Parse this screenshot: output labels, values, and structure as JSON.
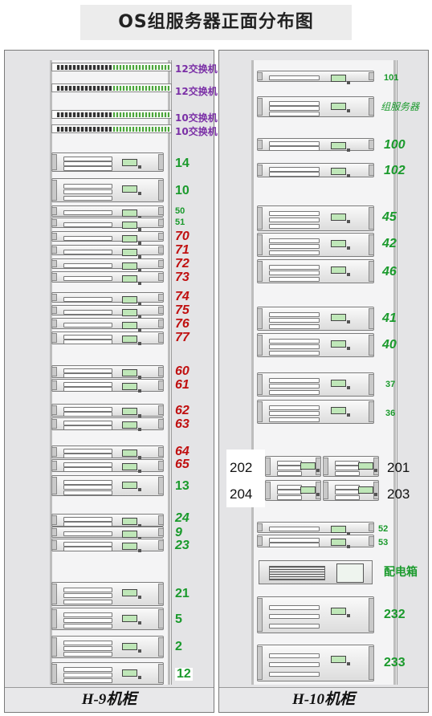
{
  "title": "OS组服务器正面分布图",
  "cabinets": [
    {
      "label": "H-9机柜"
    },
    {
      "label": "H-10机柜"
    }
  ],
  "h9_labels": {
    "sw1": "12交换机",
    "sw2": "12交换机",
    "sw3": "10交换机",
    "sw4": "10交换机",
    "s14": "14",
    "s10": "10",
    "s50": "50",
    "s51": "51",
    "s70": "70",
    "s71": "71",
    "s72": "72",
    "s73": "73",
    "s74": "74",
    "s75": "75",
    "s76": "76",
    "s77": "77",
    "s60": "60",
    "s61": "61",
    "s62": "62",
    "s63": "63",
    "s64": "64",
    "s65": "65",
    "s13": "13",
    "s24": "24",
    "s9": "9",
    "s23": "23",
    "s21": "21",
    "s5": "5",
    "s2": "2",
    "s12": "12"
  },
  "h10_labels": {
    "s101": "101",
    "group": "组服务器",
    "s100": "100",
    "s102": "102",
    "s45": "45",
    "s42": "42",
    "s46": "46",
    "s41": "41",
    "s40": "40",
    "s37": "37",
    "s36": "36",
    "s202": "202",
    "s201": "201",
    "s204": "204",
    "s203": "203",
    "s52": "52",
    "s53": "53",
    "pdu": "配电箱",
    "s232": "232",
    "s233": "233"
  },
  "colors": {
    "label_green": "#1a9a2c",
    "label_red": "#c01010",
    "label_purple": "#7a2fa6"
  }
}
